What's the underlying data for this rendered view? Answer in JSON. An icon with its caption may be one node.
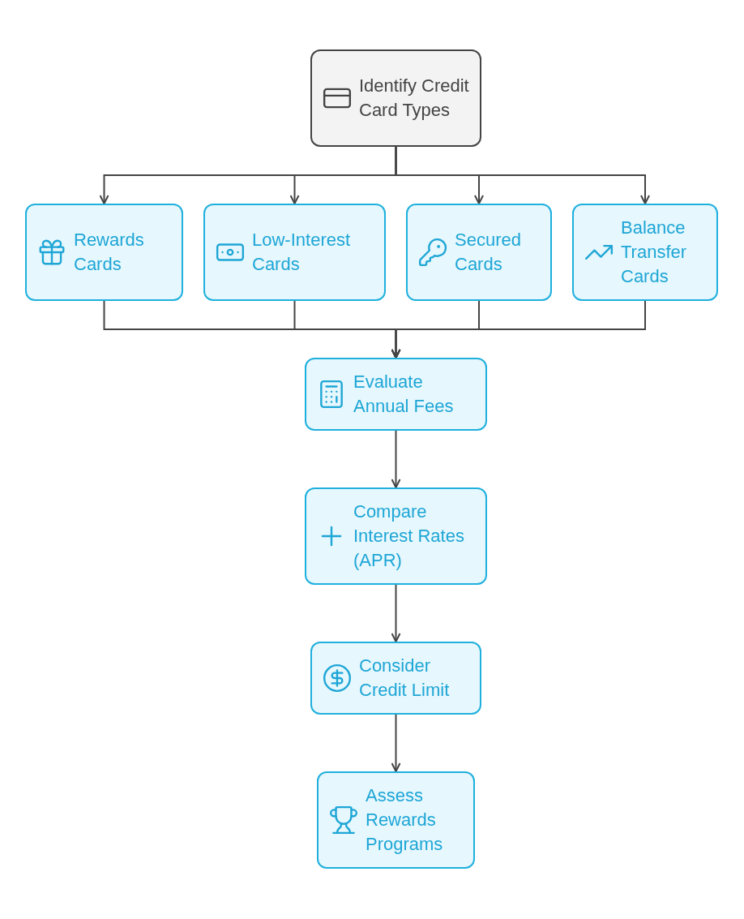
{
  "diagram": {
    "nodes": [
      {
        "text": [
          "Identify Credit Card Types"
        ]
      },
      {
        "text": [
          "Rewards Cards"
        ]
      },
      {
        "text": [
          "Low-Interest Cards"
        ]
      },
      {
        "text": [
          "Secured Cards"
        ]
      },
      {
        "text": [
          "Balance Transfer Cards"
        ]
      },
      {
        "text": [
          "Evaluate Annual Fees"
        ]
      },
      {
        "text": [
          "Compare Interest Rates (APR)"
        ]
      },
      {
        "text": [
          "Consider Credit Limit"
        ]
      },
      {
        "text": [
          "Assess Rewards Programs"
        ]
      }
    ],
    "edges": [
      {
        "from": 0,
        "to": 1,
        "arrow": "to"
      },
      {
        "from": 0,
        "to": 2,
        "arrow": "to"
      },
      {
        "from": 0,
        "to": 3,
        "arrow": "to"
      },
      {
        "from": 0,
        "to": 4,
        "arrow": "to"
      },
      {
        "from": 1,
        "to": 5,
        "arrow": "to"
      },
      {
        "from": 2,
        "to": 5,
        "arrow": "to"
      },
      {
        "from": 3,
        "to": 5,
        "arrow": "to"
      },
      {
        "from": 4,
        "to": 5,
        "arrow": "to"
      },
      {
        "from": 5,
        "to": 6,
        "arrow": "to"
      },
      {
        "from": 6,
        "to": 7,
        "arrow": "to"
      },
      {
        "from": 7,
        "to": 8,
        "arrow": "to"
      }
    ]
  }
}
